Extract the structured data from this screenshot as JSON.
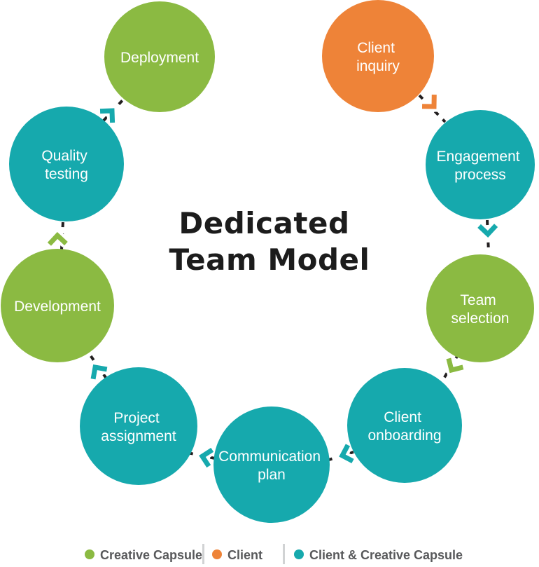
{
  "title": {
    "line1": "Dedicated",
    "line2": "Team Model"
  },
  "colors": {
    "green": "#8BBA42",
    "orange": "#EE8338",
    "teal": "#16A9AD",
    "dash": "#231F20",
    "legend_text": "#58595B",
    "divider": "#D1D3D4"
  },
  "steps": [
    {
      "id": "client-inquiry",
      "line1": "Client",
      "line2": "inquiry",
      "actor": "Client"
    },
    {
      "id": "engagement-process",
      "line1": "Engagement",
      "line2": "process",
      "actor": "Client & Creative Capsule"
    },
    {
      "id": "team-selection",
      "line1": "Team",
      "line2": "selection",
      "actor": "Creative Capsule"
    },
    {
      "id": "client-onboarding",
      "line1": "Client",
      "line2": "onboarding",
      "actor": "Client & Creative Capsule"
    },
    {
      "id": "communication-plan",
      "line1": "Communication",
      "line2": "plan",
      "actor": "Client & Creative Capsule"
    },
    {
      "id": "project-assignment",
      "line1": "Project",
      "line2": "assignment",
      "actor": "Client & Creative Capsule"
    },
    {
      "id": "development",
      "line1": "Development",
      "actor": "Creative Capsule"
    },
    {
      "id": "quality-testing",
      "line1": "Quality",
      "line2": "testing",
      "actor": "Client & Creative Capsule"
    },
    {
      "id": "deployment",
      "line1": "Deployment",
      "actor": "Creative Capsule"
    }
  ],
  "legend": [
    {
      "label": "Creative Capsule",
      "color": "#8BBA42"
    },
    {
      "label": "Client",
      "color": "#EE8338"
    },
    {
      "label": "Client & Creative Capsule",
      "color": "#16A9AD"
    }
  ]
}
